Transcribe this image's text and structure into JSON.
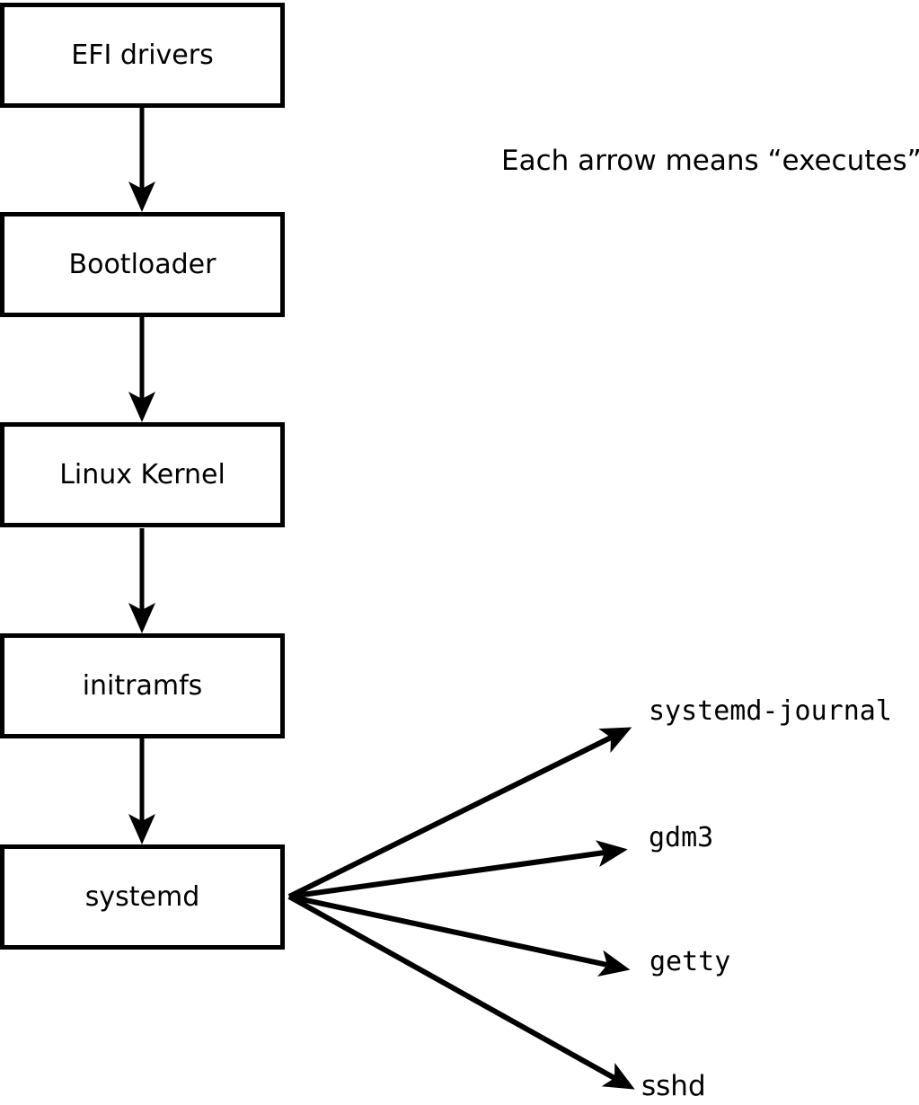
{
  "diagram": {
    "note": "Each arrow means “executes”.",
    "arrow_meaning": "executes",
    "chain": [
      {
        "label": "EFI drivers"
      },
      {
        "label": "Bootloader"
      },
      {
        "label": "Linux Kernel"
      },
      {
        "label": "initramfs"
      },
      {
        "label": "systemd"
      }
    ],
    "spawned": [
      {
        "label": "systemd-journal"
      },
      {
        "label": "gdm3"
      },
      {
        "label": "getty"
      },
      {
        "label": "sshd"
      }
    ],
    "colors": {
      "line": "#000000",
      "text": "#000000",
      "box_fill": "#ffffff",
      "background": "#ffffff"
    }
  }
}
